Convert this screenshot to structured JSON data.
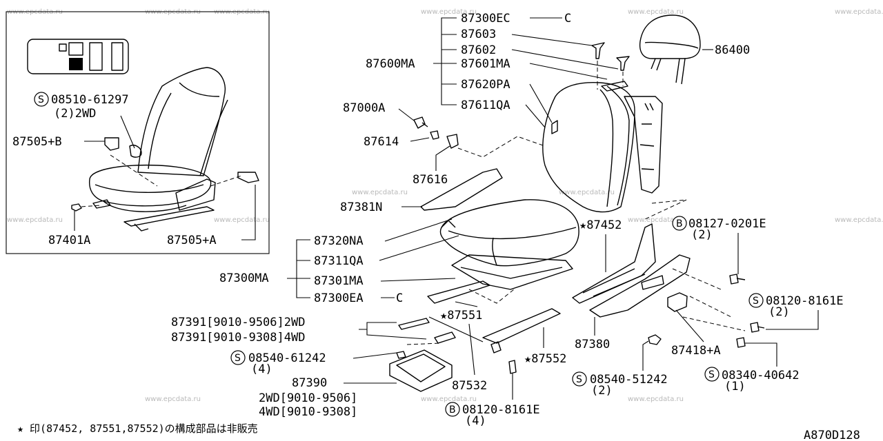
{
  "watermark": "www.epcdata.ru",
  "diagram_code": "A870D128",
  "footnote": "★ 印(87452, 87551,87552)の構成部品は非販売",
  "circle_letters": {
    "s": "S",
    "b": "B",
    "c": "C"
  },
  "labels": {
    "l_87300ec": "87300EC",
    "l_87603": "87603",
    "l_87602": "87602",
    "l_87600ma": "87600MA",
    "l_87601ma": "87601MA",
    "l_87620pa": "87620PA",
    "l_87611qa": "87611QA",
    "l_87000a": "87000A",
    "l_87614": "87614",
    "l_87616": "87616",
    "l_87381n": "87381N",
    "l_86400": "86400",
    "l_87452": "★87452",
    "l_08127": "08127-0201E",
    "l_08127q": "(2)",
    "l_87320na": "87320NA",
    "l_87311qa": "87311QA",
    "l_87300ma": "87300MA",
    "l_87301ma": "87301MA",
    "l_87300ea": "87300EA",
    "l_08120a": "08120-8161E",
    "l_08120aq": "(2)",
    "l_87551": "★87551",
    "l_87391a": "87391[9010-9506]2WD",
    "l_87391b": "87391[9010-9308]4WD",
    "l_87380": "87380",
    "l_87418": "87418+A",
    "l_08540a": "08540-61242",
    "l_08540aq": "(4)",
    "l_87552": "★87552",
    "l_87390": "87390",
    "l_87532": "87532",
    "l_08540b": "08540-51242",
    "l_08540bq": "(2)",
    "l_08340": "08340-40642",
    "l_08340q": "(1)",
    "l_2wd": "2WD[9010-9506]",
    "l_4wd": "4WD[9010-9308]",
    "l_08120b": "08120-8161E",
    "l_08120bq": "(4)",
    "l_08510": "08510-61297",
    "l_08510q": "(2)2WD",
    "l_87505b": "87505+B",
    "l_87401a": "87401A",
    "l_87505a": "87505+A"
  }
}
